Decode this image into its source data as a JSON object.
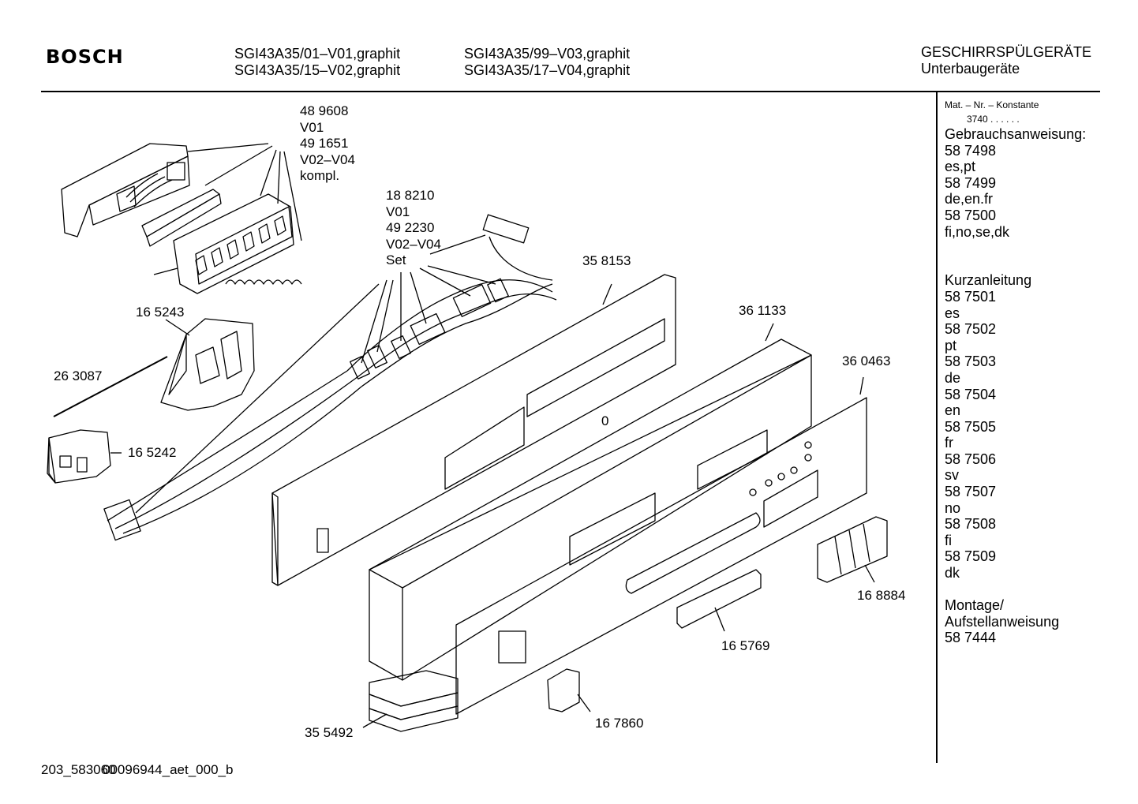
{
  "header": {
    "brand": "BOSCH",
    "models": [
      "SGI43A35/01–V01,graphit",
      "SGI43A35/15–V02,graphit",
      "SGI43A35/99–V03,graphit",
      "SGI43A35/17–V04,graphit"
    ],
    "category_title": "GESCHIRRSPÜLGERÄTE",
    "category_subtitle": "Unterbaugeräte"
  },
  "sidebar": {
    "mat_label": "Mat. – Nr. – Konstante",
    "mat_value": "3740 .  .   .  .  .  .",
    "lines": [
      "Gebrauchsanweisung:",
      "58 7498",
      "es,pt",
      "58 7499",
      "de,en.fr",
      "58 7500",
      "fi,no,se,dk",
      "",
      "",
      "Kurzanleitung",
      "58 7501",
      "es",
      "58 7502",
      "pt",
      "58 7503",
      "de",
      "58 7504",
      "en",
      "58 7505",
      "fr",
      "58 7506",
      "sv",
      "58 7507",
      "no",
      "58 7508",
      "fi",
      "58 7509",
      "dk",
      "",
      "Montage/",
      "Aufstellanweisung",
      "58 7444"
    ]
  },
  "labels": {
    "module": [
      "48 9608",
      "V01",
      "49 1651",
      "V02–V04",
      "kompl."
    ],
    "harness": [
      "18 8210",
      "V01",
      "49 2230",
      "V02–V04",
      "Set"
    ],
    "p358153": "35 8153",
    "p361133": "36 1133",
    "p360463": "36 0463",
    "p165243": "16 5243",
    "p263087": "26 3087",
    "p165242": "16 5242",
    "p168884": "16 8884",
    "p165769": "16 5769",
    "p167860": "16 7860",
    "p355492": "35 5492",
    "zero": "0"
  },
  "footer": {
    "doc_id": "203_583060",
    "doc_id_overprint": "00096944_aet_000_b"
  }
}
